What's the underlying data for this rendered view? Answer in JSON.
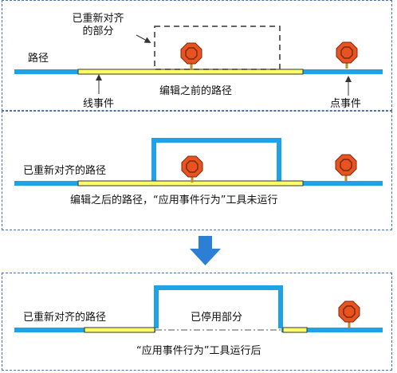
{
  "panel1": {
    "realigned_portion_label": "已重新对齐\n的部分",
    "route_label": "路径",
    "caption": "编辑之前的路径",
    "line_event_label": "线事件",
    "point_event_label": "点事件"
  },
  "panel2": {
    "route_label": "已重新对齐的路径",
    "caption": "编辑之后的路径，“应用事件行为”工具未运行"
  },
  "panel3": {
    "route_label": "已重新对齐的路径",
    "retired_label": "已停用部分",
    "caption": "“应用事件行为”工具运行后"
  },
  "colors": {
    "route": "#1fa2e6",
    "line_event_fill": "#ffff66",
    "line_event_stroke": "#333333",
    "stop_sign": "#e8531f",
    "arrow": "#2b7fd4",
    "panel_border": "#4a6fa5"
  },
  "icons": [
    "stop-sign-icon",
    "down-arrow-icon"
  ]
}
